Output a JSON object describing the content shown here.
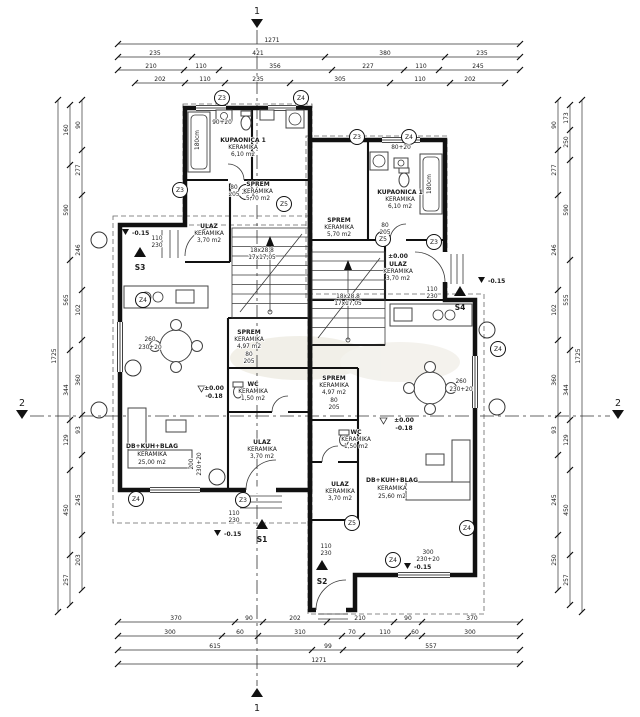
{
  "sections": {
    "v": "1",
    "h": "2"
  },
  "entrances": {
    "s1": "S1",
    "s2": "S2",
    "s3": "S3",
    "s4": "S4"
  },
  "levels": {
    "zero": "±0.00",
    "minus018": "-0.18",
    "minus015": "-0.15"
  },
  "rooms": {
    "bath": {
      "name": "KUPAONICA 1",
      "finish": "KERAMIKA",
      "area": "6,10 m2"
    },
    "sprem": {
      "name": "SPREM",
      "finish": "KERAMIKA",
      "area": "5,70 m2"
    },
    "sprem_stair": {
      "name": "SPREM",
      "finish": "KERAMIKA",
      "area": "4,97 m2",
      "dw": "80",
      "dh": "205"
    },
    "wc": {
      "name": "WC",
      "finish": "KERAMIKA",
      "area": "1,50 m2"
    },
    "ulaz": {
      "name": "ULAZ",
      "finish": "KERAMIKA",
      "area": "3,70 m2"
    },
    "living_left": {
      "name": "DB+KUH+BLAG",
      "finish": "KERAMIKA",
      "area": "25,00 m2"
    },
    "living_right": {
      "name": "DB+KUH+BLAG",
      "finish": "KERAMIKA",
      "area": "25,60 m2"
    }
  },
  "openings": {
    "door_main_w": "110",
    "door_main_h": "230",
    "door_int_w": "80",
    "door_int_h": "205",
    "win_260": "260",
    "win_230p": "230+20",
    "win_200": "200",
    "win_300": "300",
    "win_90p": "90+20",
    "win_80p": "80+20",
    "tub": "180cm"
  },
  "stairs": {
    "l1": "18x28,8",
    "l2": "17x17,05"
  },
  "markers": [
    "Z3",
    "Z4",
    "Z3",
    "Z4",
    "Z3",
    "Z5",
    "Z5",
    "Z5",
    "Z3",
    "Z4",
    "Z4",
    "Z4",
    "Z4",
    "Z3",
    "Z5",
    "Z4"
  ],
  "dims": {
    "top1": [
      "1271"
    ],
    "top2": [
      "235",
      "421",
      "380",
      "235"
    ],
    "top3": [
      "210",
      "110",
      "356",
      "227",
      "110",
      "245"
    ],
    "top4": [
      "202",
      "110",
      "235",
      "305",
      "110",
      "202"
    ],
    "bottom1": [
      "370",
      "90",
      "202",
      "210",
      "90",
      "370"
    ],
    "bottom2": [
      "300",
      "60",
      "310",
      "70",
      "110",
      "60",
      "300"
    ],
    "bottom3": [
      "615",
      "99",
      "557"
    ],
    "bottom4": [
      "1271"
    ],
    "left_inner": [
      "90",
      "277",
      "246",
      "102",
      "360",
      "93",
      "245",
      "203"
    ],
    "left_mid": [
      "160",
      "590",
      "565",
      "344",
      "129",
      "450",
      "257"
    ],
    "left_outer": [
      "1725"
    ],
    "right_inner": [
      "90",
      "277",
      "246",
      "102",
      "360",
      "93",
      "245",
      "250"
    ],
    "right_mid": [
      "173",
      "250",
      "590",
      "555",
      "344",
      "129",
      "450",
      "257"
    ],
    "right_outer": [
      "1725"
    ]
  }
}
